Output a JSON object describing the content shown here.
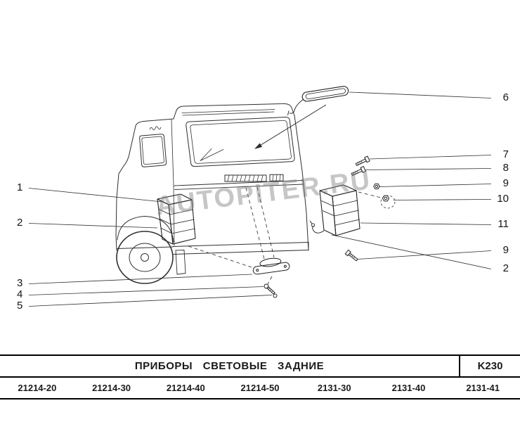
{
  "watermark": "AUTOPITER.RU",
  "callouts": {
    "left": [
      {
        "label": "1"
      },
      {
        "label": "2"
      },
      {
        "label": "3"
      },
      {
        "label": "4"
      },
      {
        "label": "5"
      }
    ],
    "right": [
      {
        "label": "6"
      },
      {
        "label": "7"
      },
      {
        "label": "8"
      },
      {
        "label": "9"
      },
      {
        "label": "10"
      },
      {
        "label": "11"
      },
      {
        "label": "9"
      },
      {
        "label": "2"
      }
    ]
  },
  "footer": {
    "title": "ПРИБОРЫ СВЕТОВЫЕ ЗАДНИЕ",
    "code": "K230",
    "models": [
      "21214-20",
      "21214-30",
      "21214-40",
      "21214-50",
      "2131-30",
      "2131-40",
      "2131-41"
    ]
  }
}
